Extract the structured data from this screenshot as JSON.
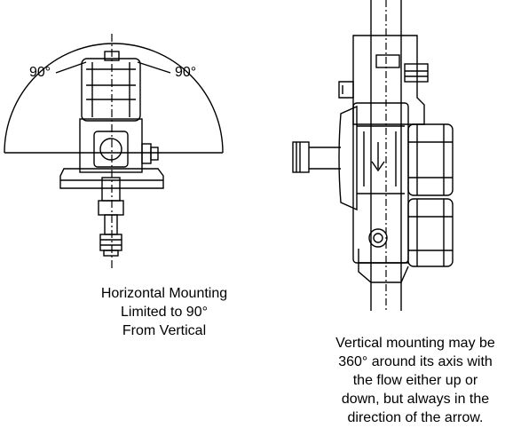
{
  "left_view": {
    "angle_left": "90°",
    "angle_right": "90°",
    "caption_lines": [
      "Horizontal Mounting",
      "Limited to 90°",
      "From Vertical"
    ]
  },
  "right_view": {
    "caption_lines": [
      "Vertical mounting may be",
      "360° around its axis with",
      "the flow either up or",
      "down, but always in the",
      "direction of the arrow."
    ]
  }
}
